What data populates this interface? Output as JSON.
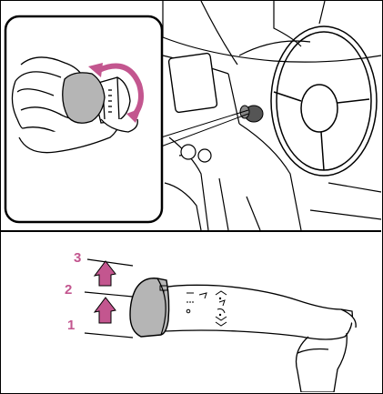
{
  "figure": {
    "callouts": [
      {
        "label": "3"
      },
      {
        "label": "2"
      },
      {
        "label": "1"
      }
    ],
    "colors": {
      "accent": "#c3568f",
      "line": "#000000",
      "knob_fill": "#b5b5b5",
      "background": "#ffffff"
    },
    "icons": [
      "hand-turning-knob-icon",
      "rotation-arrow-icon",
      "steering-wheel-icon",
      "wiper-lever-icon",
      "up-arrow-icon"
    ]
  }
}
